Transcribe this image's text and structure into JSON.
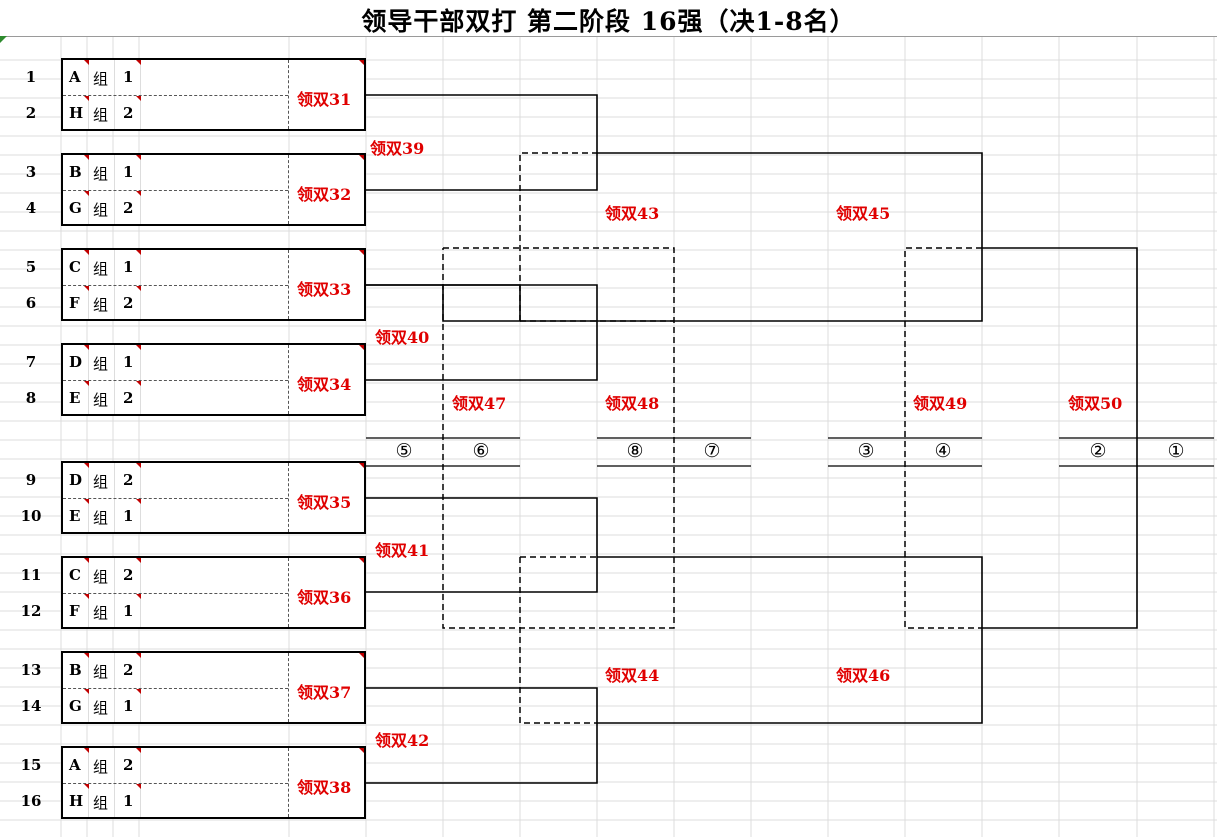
{
  "title": "领导干部双打 第二阶段 16强（决1-8名）",
  "seeds": [
    "1",
    "2",
    "3",
    "4",
    "5",
    "6",
    "7",
    "8",
    "9",
    "10",
    "11",
    "12",
    "13",
    "14",
    "15",
    "16"
  ],
  "group_word": "组",
  "first_round": [
    {
      "match": "领双31",
      "top": {
        "group": "A",
        "rank": "1"
      },
      "bottom": {
        "group": "H",
        "rank": "2"
      }
    },
    {
      "match": "领双32",
      "top": {
        "group": "B",
        "rank": "1"
      },
      "bottom": {
        "group": "G",
        "rank": "2"
      }
    },
    {
      "match": "领双33",
      "top": {
        "group": "C",
        "rank": "1"
      },
      "bottom": {
        "group": "F",
        "rank": "2"
      }
    },
    {
      "match": "领双34",
      "top": {
        "group": "D",
        "rank": "1"
      },
      "bottom": {
        "group": "E",
        "rank": "2"
      }
    },
    {
      "match": "领双35",
      "top": {
        "group": "D",
        "rank": "2"
      },
      "bottom": {
        "group": "E",
        "rank": "1"
      }
    },
    {
      "match": "领双36",
      "top": {
        "group": "C",
        "rank": "2"
      },
      "bottom": {
        "group": "F",
        "rank": "1"
      }
    },
    {
      "match": "领双37",
      "top": {
        "group": "B",
        "rank": "2"
      },
      "bottom": {
        "group": "G",
        "rank": "1"
      }
    },
    {
      "match": "领双38",
      "top": {
        "group": "A",
        "rank": "2"
      },
      "bottom": {
        "group": "H",
        "rank": "1"
      }
    }
  ],
  "later_matches": [
    "领双39",
    "领双40",
    "领双41",
    "领双42",
    "领双43",
    "领双44",
    "领双45",
    "领双46",
    "领双47",
    "领双48",
    "领双49",
    "领双50"
  ],
  "places": [
    "⑤",
    "⑥",
    "⑧",
    "⑦",
    "③",
    "④",
    "②",
    "①"
  ],
  "colors": {
    "match_label": "#e00000",
    "marker": "#c00000",
    "corner": "#2e8b2e",
    "grid": "#dcdcdc"
  }
}
